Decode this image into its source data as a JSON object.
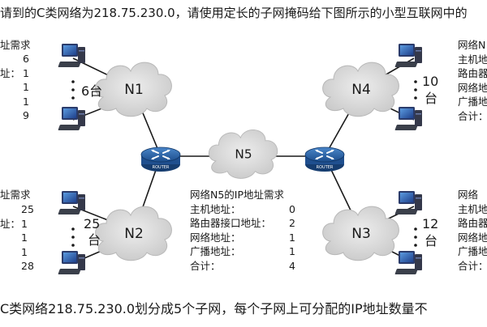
{
  "header_text": "请到的C类网络为218.75.230.0，请使用定长的子网掩码给下图所示的小型互联网中的",
  "footer_text": "C类网络218.75.230.0划分成5个子网，每个子网上可分配的IP地址数量不",
  "networks": {
    "N1": {
      "label": "N1",
      "devices": "6台"
    },
    "N2": {
      "label": "N2",
      "devices_num": "25",
      "devices_unit": "台"
    },
    "N3": {
      "label": "N3",
      "devices_num": "12",
      "devices_unit": "台"
    },
    "N4": {
      "label": "N4",
      "devices_num": "10",
      "devices_unit": "台"
    },
    "N5": {
      "label": "N5"
    }
  },
  "router_label": "ROUTER",
  "n1_table": {
    "title": "址需求",
    "rows": [
      [
        "",
        "6"
      ],
      [
        "址：",
        "1"
      ],
      [
        "",
        "1"
      ],
      [
        "",
        "1"
      ],
      [
        "",
        "9"
      ]
    ]
  },
  "n2_table": {
    "title": "址需求",
    "rows": [
      [
        "",
        "25"
      ],
      [
        "址：",
        "1"
      ],
      [
        "",
        "1"
      ],
      [
        "",
        "1"
      ],
      [
        "",
        "28"
      ]
    ]
  },
  "n4_table": {
    "rows": [
      "网络N",
      "主机地",
      "路由器",
      "网络地",
      "广播地",
      "合计："
    ]
  },
  "n3_table": {
    "rows": [
      "网络",
      "主机地",
      "路由器",
      "网络地",
      "广播地",
      "合计："
    ]
  },
  "n5_table": {
    "title": "网络N5的IP地址需求",
    "rows": [
      {
        "k": "主机地址：",
        "v": "0"
      },
      {
        "k": "路由器接口地址：",
        "v": "2"
      },
      {
        "k": "网络地址：",
        "v": "1"
      },
      {
        "k": "广播地址：",
        "v": "1"
      },
      {
        "k": "合计：",
        "v": "4"
      }
    ]
  },
  "colors": {
    "link": "#1a1a1a",
    "cloud": "#d6d6d6",
    "router": "#1f4f8f",
    "pc": "#2e4f9a"
  }
}
